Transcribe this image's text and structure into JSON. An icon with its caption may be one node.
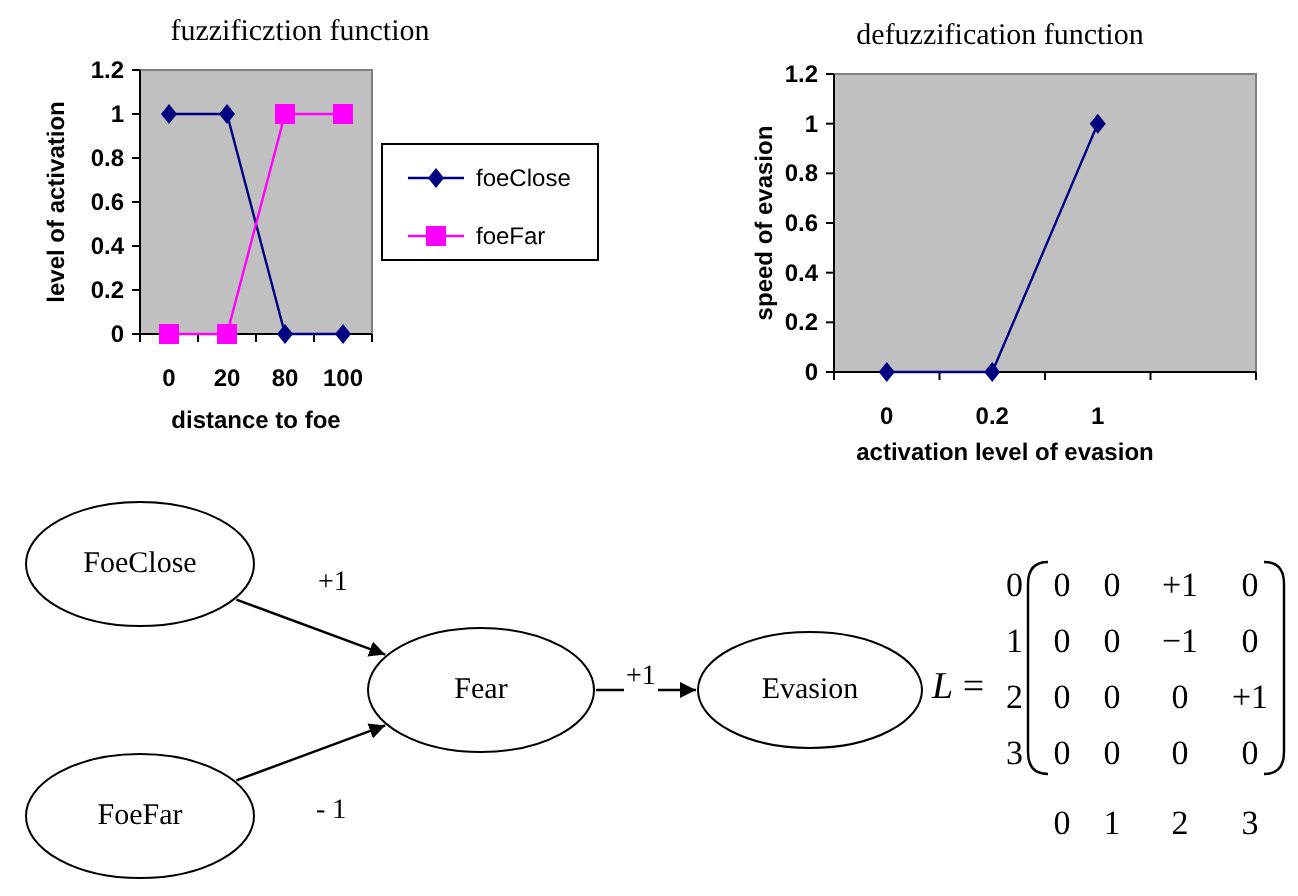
{
  "diagram": {
    "nodes": [
      {
        "text": [
          "FoeClose"
        ]
      },
      {
        "text": [
          "Fear"
        ]
      },
      {
        "text": [
          "Evasion"
        ]
      },
      {
        "text": [
          "FoeFar"
        ]
      }
    ],
    "edges": [
      {
        "from": 0,
        "to": 1,
        "arrow": "to",
        "label": "+1"
      },
      {
        "from": 3,
        "to": 1,
        "arrow": "to",
        "label": "- 1"
      },
      {
        "from": 1,
        "to": 2,
        "arrow": "to",
        "label": "+1"
      }
    ],
    "labels": [
      "*L* =",
      "0",
      "0",
      "0",
      "+1",
      "0",
      "1",
      "0",
      "0",
      "−1",
      "0",
      "2",
      "0",
      "0",
      "0",
      "+1",
      "3",
      "0",
      "0",
      "0",
      "0",
      "0",
      "1",
      "2",
      "3"
    ],
    "chart_data": [
      {
        "type": "line",
        "title": "fuzzificztion function",
        "xlabel": "distance to foe",
        "ylabel": "level of activation",
        "categories": [
          "0",
          "20",
          "80",
          "100"
        ],
        "series": [
          {
            "name": "foeClose",
            "color": "#000080",
            "marker": "diamond",
            "values": [
              1,
              1,
              0,
              0
            ]
          },
          {
            "name": "foeFar",
            "color": "#ff00ff",
            "marker": "square",
            "values": [
              0,
              0,
              1,
              1
            ]
          }
        ],
        "legend": "right",
        "ylim": [
          0,
          1.2
        ],
        "yticks": [
          0,
          0.2,
          0.4,
          0.6,
          0.8,
          1,
          1.2
        ]
      },
      {
        "type": "line",
        "title": "defuzzification function",
        "xlabel": "activation level of evasion",
        "ylabel": "speed of evasion",
        "categories": [
          "0",
          "0.2",
          "1"
        ],
        "series": [
          {
            "color": "#000080",
            "marker": "diamond",
            "values": [
              0,
              0,
              1
            ]
          }
        ],
        "ylim": [
          0,
          1.2
        ],
        "yticks": [
          0,
          0.2,
          0.4,
          0.6,
          0.8,
          1,
          1.2
        ]
      }
    ]
  }
}
